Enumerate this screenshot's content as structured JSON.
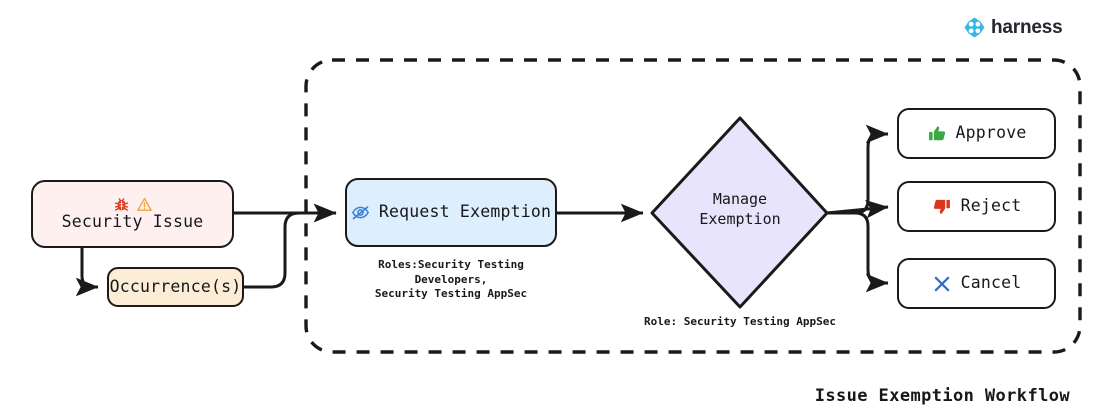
{
  "diagram": {
    "title": "Issue Exemption Workflow",
    "brand": {
      "name": "harness",
      "logo_icon": "harness-clover-icon",
      "logo_color": "#38b6e8"
    },
    "boundary": {
      "style": "dashed",
      "label": ""
    },
    "nodes": {
      "security_issue": {
        "label": "Security Issue",
        "icons": [
          "bug-icon",
          "warning-triangle-icon"
        ],
        "fill": "#fdf0ef",
        "bug_color": "#e33b22",
        "warning_color": "#f0a23a"
      },
      "occurrences": {
        "label": "Occurrence(s)",
        "fill": "#fcedd7"
      },
      "request_exemption": {
        "label": "Request Exemption",
        "icon": "eye-slash-icon",
        "icon_color": "#3b82d6",
        "fill": "#ddeefc",
        "caption": "Roles:Security Testing Developers,\nSecurity Testing AppSec"
      },
      "manage_exemption": {
        "label": "Manage\nExemption",
        "shape": "diamond",
        "fill": "#e8e4fb",
        "caption": "Role: Security Testing AppSec"
      },
      "approve": {
        "label": "Approve",
        "icon": "thumbs-up-icon",
        "icon_color": "#3ba845",
        "fill": "#ffffff"
      },
      "reject": {
        "label": "Reject",
        "icon": "thumbs-down-icon",
        "icon_color": "#d9361d",
        "fill": "#ffffff"
      },
      "cancel": {
        "label": "Cancel",
        "icon": "x-cross-icon",
        "icon_color": "#2f6fd0",
        "fill": "#ffffff"
      }
    },
    "edges": [
      {
        "from": "security_issue",
        "to": "request_exemption"
      },
      {
        "from": "security_issue",
        "to": "occurrences"
      },
      {
        "from": "occurrences",
        "to": "request_exemption"
      },
      {
        "from": "request_exemption",
        "to": "manage_exemption"
      },
      {
        "from": "manage_exemption",
        "to": "approve"
      },
      {
        "from": "manage_exemption",
        "to": "reject"
      },
      {
        "from": "manage_exemption",
        "to": "cancel"
      }
    ],
    "stroke_color": "#1a1a1a"
  }
}
